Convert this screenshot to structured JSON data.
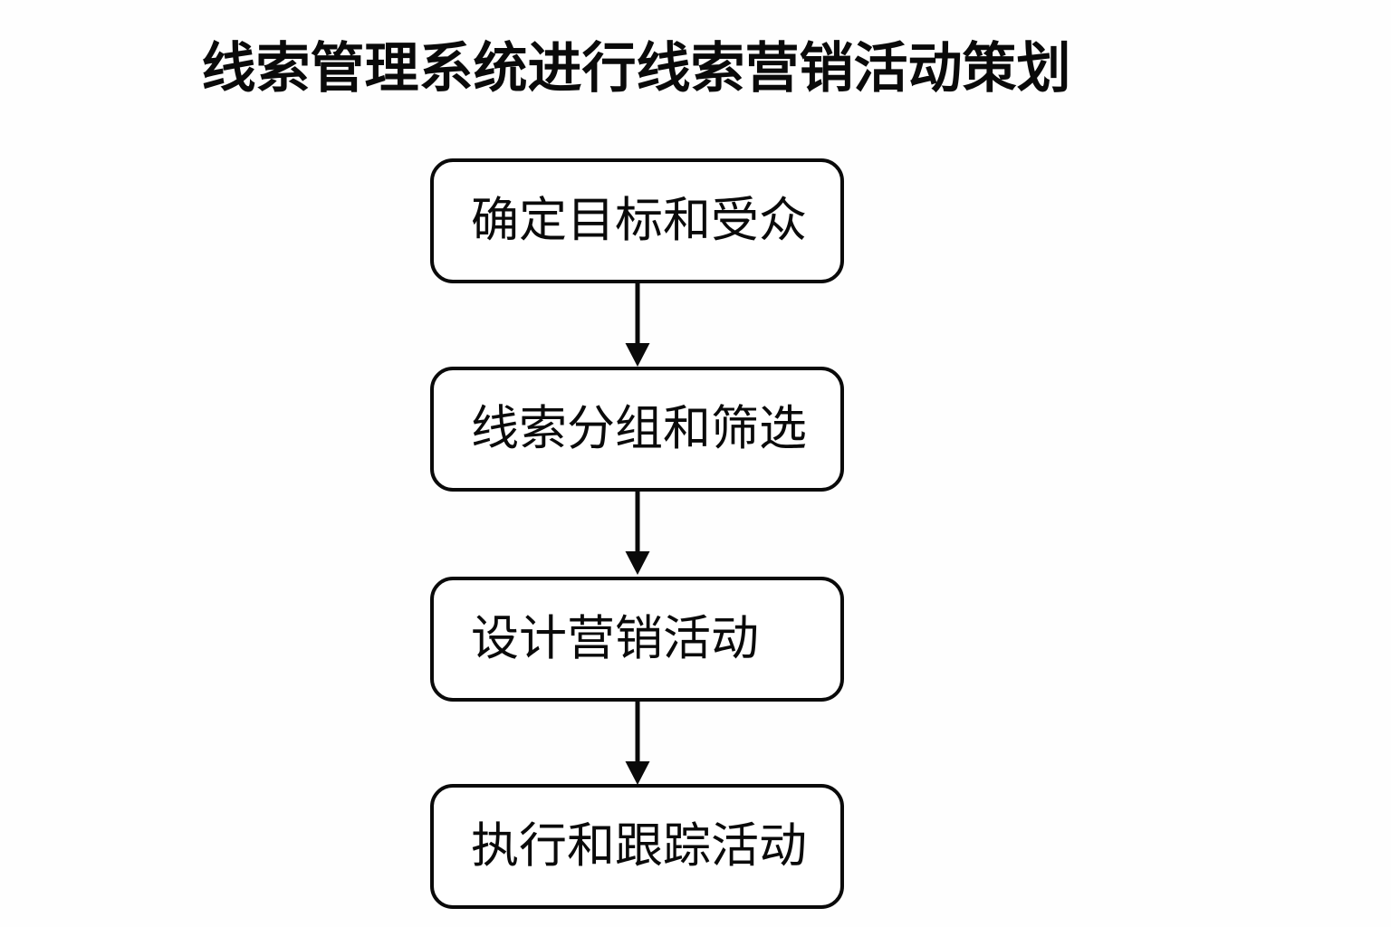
{
  "diagram": {
    "title": "线索管理系统进行线索营销活动策划",
    "type": "flowchart",
    "orientation": "vertical-top-to-bottom",
    "colors": {
      "background": "#fefefe",
      "node_fill": "#ffffff",
      "node_border": "#0a0a0a",
      "text": "#0a0a0a",
      "arrow": "#0a0a0a"
    },
    "nodes": [
      {
        "id": "node-0",
        "label": "确定目标和受众",
        "shape": "rounded-rectangle"
      },
      {
        "id": "node-1",
        "label": "线索分组和筛选",
        "shape": "rounded-rectangle"
      },
      {
        "id": "node-2",
        "label": "设计营销活动",
        "shape": "rounded-rectangle"
      },
      {
        "id": "node-3",
        "label": "执行和跟踪活动",
        "shape": "rounded-rectangle"
      }
    ],
    "edges": [
      {
        "id": "arrow-0",
        "from": "node-0",
        "to": "node-1",
        "style": "solid-arrow-down",
        "label": ""
      },
      {
        "id": "arrow-1",
        "from": "node-1",
        "to": "node-2",
        "style": "solid-arrow-down",
        "label": ""
      },
      {
        "id": "arrow-2",
        "from": "node-2",
        "to": "node-3",
        "style": "solid-arrow-down",
        "label": ""
      }
    ]
  }
}
